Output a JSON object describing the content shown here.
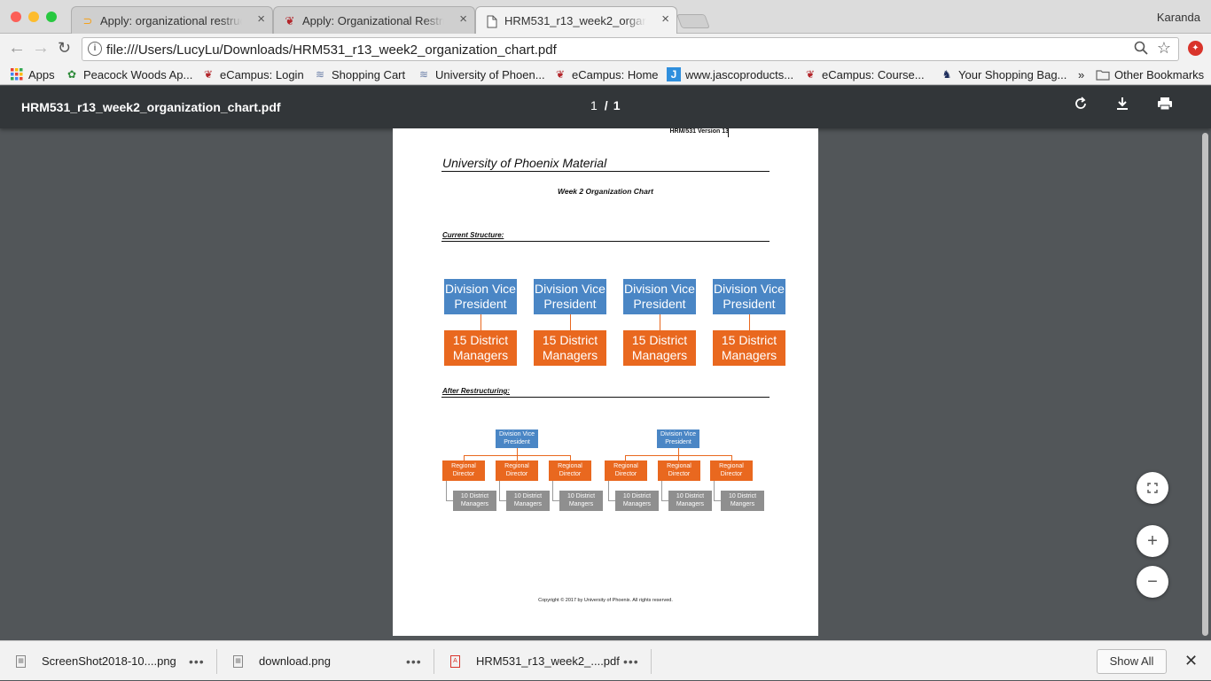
{
  "browser": {
    "profile_name": "Karanda",
    "tabs": [
      {
        "title": "Apply: organizational restructuring",
        "close": "×"
      },
      {
        "title": "Apply: Organizational Restructuring",
        "close": "×"
      },
      {
        "title": "HRM531_r13_week2_organization_chart.pdf",
        "close": "×"
      }
    ],
    "url": "file:///Users/LucyLu/Downloads/HRM531_r13_week2_organization_chart.pdf",
    "bookmarks": [
      {
        "label": "Apps",
        "icon": "apps-grid-icon"
      },
      {
        "label": "Peacock Woods Ap...",
        "icon": "peacock-icon"
      },
      {
        "label": "eCampus: Login",
        "icon": "phoenix-icon"
      },
      {
        "label": "Shopping Cart",
        "icon": "cart-logo-icon"
      },
      {
        "label": "University of Phoen...",
        "icon": "uopx-logo-icon"
      },
      {
        "label": "eCampus: Home",
        "icon": "phoenix-icon"
      },
      {
        "label": "www.jascoproducts...",
        "icon": "jasco-icon"
      },
      {
        "label": "eCampus: Course...",
        "icon": "phoenix-icon"
      },
      {
        "label": "Your Shopping Bag...",
        "icon": "polo-icon"
      }
    ],
    "bookmarks_overflow": "»",
    "other_bookmarks": "Other Bookmarks"
  },
  "pdf_viewer": {
    "title": "HRM531_r13_week2_organization_chart.pdf",
    "page_current": "1",
    "page_separator": "/",
    "page_total": "1"
  },
  "document": {
    "header_version": "HRM/531 Version 13",
    "title": "University of Phoenix Material",
    "subtitle": "Week 2 Organization Chart",
    "current_heading": "Current Structure:",
    "after_heading": "After Restructuring:",
    "current_structure": {
      "vp_label_line1": "Division Vice",
      "vp_label_line2": "President",
      "dm_label_line1": "15 District",
      "dm_label_line2": "Managers",
      "count": 4
    },
    "after_structure": {
      "vp_label_line1": "Division Vice",
      "vp_label_line2": "President",
      "rd_label_line1": "Regional",
      "rd_label_line2": "Director",
      "dm_label_line1": "10 District",
      "dm_label_line2_a": "Managers",
      "dm_label_line2_b": "Mangers"
    },
    "copyright": "Copyright © 2017 by University of Phoenix. All rights reserved."
  },
  "downloads": [
    {
      "filename": "ScreenShot2018-10....png"
    },
    {
      "filename": "download.png"
    },
    {
      "filename": "HRM531_r13_week2_....pdf"
    }
  ],
  "downloads_more": "•••",
  "show_all": "Show All"
}
